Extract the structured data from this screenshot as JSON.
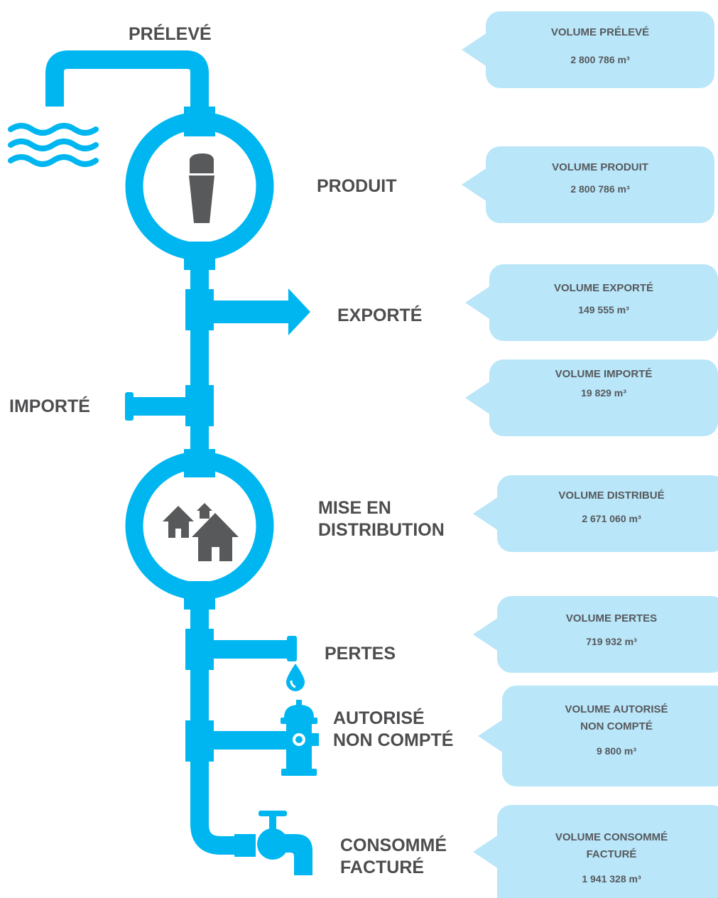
{
  "colors": {
    "pipe": "#00b6f0",
    "icon_dark": "#58595b",
    "callout_bg": "#b9e6f8",
    "label_text": "#4d4d4f"
  },
  "icons": [
    "water-waves-icon",
    "water-tower-icon",
    "houses-icon",
    "export-arrow-icon",
    "water-drop-icon",
    "fire-hydrant-icon",
    "faucet-icon"
  ],
  "stages": [
    {
      "id": "preleve",
      "label": [
        "PRÉLEVÉ"
      ],
      "volume_title": [],
      "volume": ""
    },
    {
      "id": "produit",
      "label": [
        "PRODUIT"
      ],
      "volume_title": [],
      "volume": ""
    },
    {
      "id": "exporte",
      "label": [
        "EXPORTÉ"
      ],
      "volume_title": [],
      "volume": ""
    },
    {
      "id": "importe",
      "label": [
        "IMPORTÉ"
      ],
      "volume_title": [],
      "volume": ""
    },
    {
      "id": "distribution",
      "label": [
        "MISE EN",
        "DISTRIBUTION"
      ],
      "volume_title": [],
      "volume": ""
    },
    {
      "id": "pertes",
      "label": [
        "PERTES"
      ],
      "volume_title": [],
      "volume": ""
    },
    {
      "id": "autorise",
      "label": [
        "AUTORISÉ",
        "NON COMPTÉ"
      ],
      "volume_title": [],
      "volume": ""
    },
    {
      "id": "consomme",
      "label": [
        "CONSOMMÉ",
        "FACTURÉ"
      ],
      "volume_title": [],
      "volume": ""
    }
  ],
  "callouts": [
    {
      "title": [
        "VOLUME PRÉLEVÉ"
      ],
      "value": "2 800 786 m³"
    },
    {
      "title": [
        "VOLUME PRODUIT"
      ],
      "value": "2 800 786 m³"
    },
    {
      "title": [
        "VOLUME EXPORTÉ"
      ],
      "value": "149 555 m³"
    },
    {
      "title": [
        "VOLUME IMPORTÉ"
      ],
      "value": "19 829 m³"
    },
    {
      "title": [
        "VOLUME DISTRIBUÉ"
      ],
      "value": "2 671 060 m³"
    },
    {
      "title": [
        "VOLUME PERTES"
      ],
      "value": "719 932 m³"
    },
    {
      "title": [
        "VOLUME AUTORISÉ",
        "NON COMPTÉ"
      ],
      "value": "9 800 m³"
    },
    {
      "title": [
        "VOLUME CONSOMMÉ",
        "FACTURÉ"
      ],
      "value": "1 941 328 m³"
    }
  ]
}
